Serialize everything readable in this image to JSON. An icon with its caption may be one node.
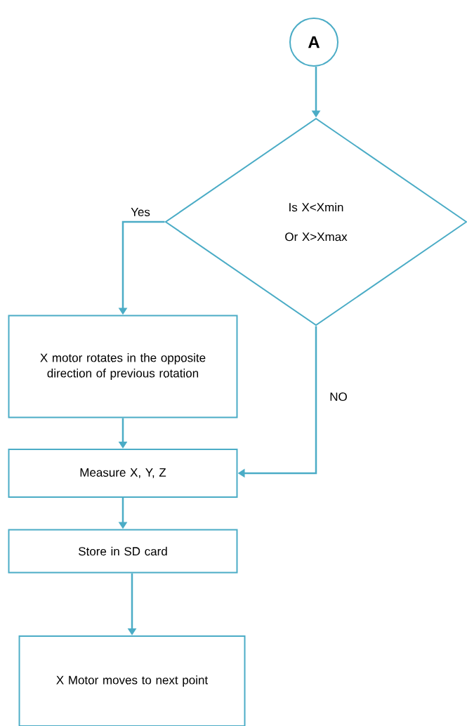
{
  "diagram": {
    "nodes": [
      {
        "text": [
          "A"
        ]
      },
      {
        "text": [
          "Is X<Xmin",
          "Or  X>Xmax"
        ]
      },
      {
        "text": [
          "X motor rotates in the opposite direction of previous rotation"
        ]
      },
      {
        "text": [
          "Measure X, Y, Z"
        ]
      },
      {
        "text": [
          "Store in SD card"
        ]
      },
      {
        "text": [
          "X Motor moves to next point"
        ]
      }
    ],
    "edges": [
      {
        "from": 0,
        "to": 1,
        "arrow": "to"
      },
      {
        "from": 1,
        "to": 2,
        "arrow": "to",
        "label": "Yes"
      },
      {
        "from": 1,
        "to": 3,
        "arrow": "to",
        "label": "NO"
      },
      {
        "from": 2,
        "to": 3,
        "arrow": "to"
      },
      {
        "from": 3,
        "to": 4,
        "arrow": "to"
      },
      {
        "from": 4,
        "to": 5,
        "arrow": "to"
      }
    ]
  }
}
